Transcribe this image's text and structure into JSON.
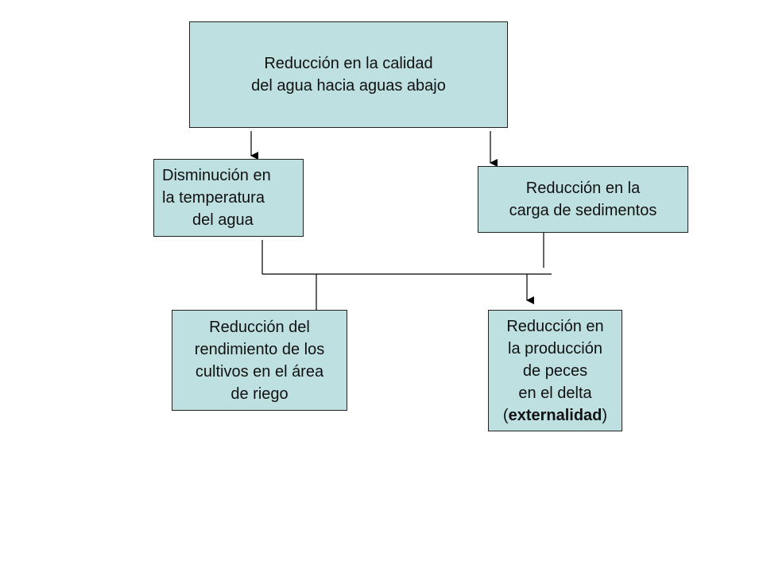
{
  "nodes": {
    "top": {
      "lines": [
        "Reducción en la calidad",
        "del agua hacia aguas abajo"
      ]
    },
    "temperature": {
      "lines": [
        "Disminución en",
        "la temperatura",
        "del agua"
      ]
    },
    "sediment": {
      "lines": [
        "Reducción en la",
        "carga de sedimentos"
      ]
    },
    "crops": {
      "lines": [
        "Reducción del",
        "rendimiento de los",
        "cultivos en el área",
        "de riego"
      ]
    },
    "fish": {
      "lines": [
        "Reducción en",
        "la producción",
        "de peces",
        "en el delta"
      ],
      "last_line": {
        "open": "(",
        "bold": "externalidad",
        "close": ")"
      }
    }
  },
  "connector_color": "#000000",
  "box_fill": "#bfe0e1"
}
